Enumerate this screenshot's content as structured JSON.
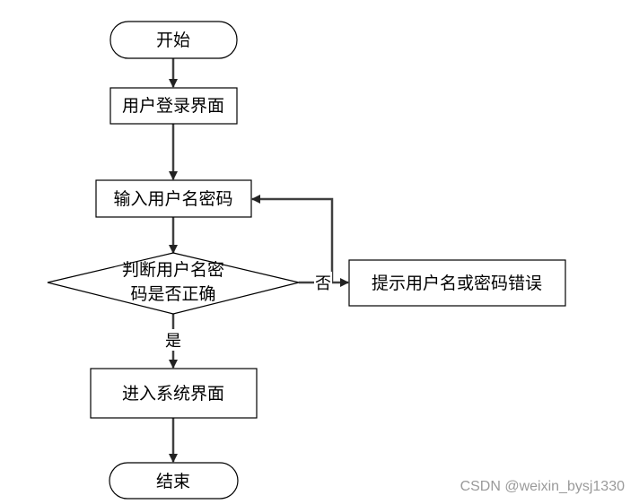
{
  "flowchart": {
    "nodes": {
      "start": "开始",
      "login_page": "用户登录界面",
      "input_credentials": "输入用户名密码",
      "check_line1": "判断用户名密",
      "check_line2": "码是否正确",
      "error_prompt": "提示用户名或密码错误",
      "enter_system": "进入系统界面",
      "end": "结束"
    },
    "edges": {
      "yes_label": "是",
      "no_label": "否"
    }
  },
  "watermark": "CSDN @weixin_bysj1330",
  "colors": {
    "stroke": "#000000",
    "arrow_line": "#404040",
    "background": "#ffffff",
    "watermark": "#9a9a9a"
  }
}
